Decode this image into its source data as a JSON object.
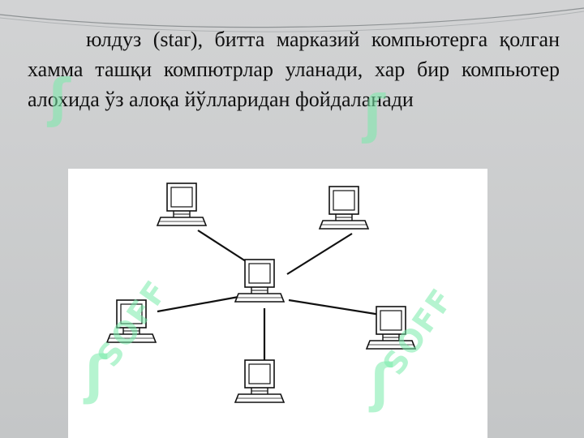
{
  "slide": {
    "paragraph": "юлдуз (star), битта марказий компьютерга қолган хамма ташқи компютрлар уланади, хар бир компьютер алохида ўз алоқа йўлларидан фойдаланади"
  },
  "watermark": {
    "text": "SOFF",
    "logo_glyph": "ʃ",
    "color": "#78EBAA"
  },
  "diagram": {
    "topology": "star",
    "hub": "central-computer",
    "nodes": [
      "top-left-computer",
      "top-right-computer",
      "left-computer",
      "right-computer",
      "bottom-computer"
    ]
  }
}
